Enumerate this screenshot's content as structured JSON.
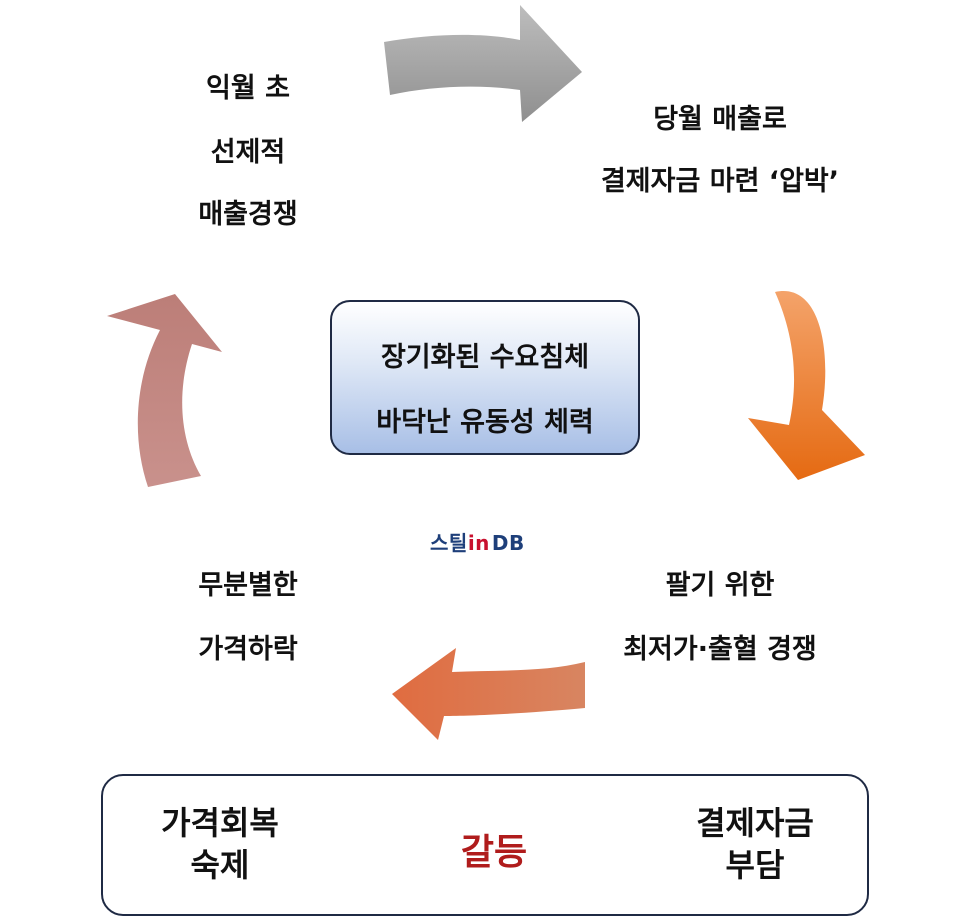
{
  "cycle": {
    "top_left": [
      "익월 초",
      "선제적",
      "매출경쟁"
    ],
    "top_right": [
      "당월 매출로",
      "결제자금 마련 ‘압박’"
    ],
    "bottom_right": [
      "팔기 위한",
      "최저가·출혈 경쟁"
    ],
    "bottom_left": [
      "무분별한",
      "가격하락"
    ]
  },
  "center": [
    "장기화된 수요침체",
    "바닥난 유동성 체력"
  ],
  "logo": {
    "part1": "스틸",
    "part2": "in",
    "part3": "DB"
  },
  "bottom": {
    "left": [
      "가격회복",
      "숙제"
    ],
    "middle": "갈등",
    "right": [
      "결제자금",
      "부담"
    ]
  },
  "colors": {
    "arrow_top": "#a6a6a6",
    "arrow_right": "#ed7d31",
    "arrow_bottom": "#d6704a",
    "arrow_left": "#b07f7a",
    "block_arrows": "#4a74c2",
    "conflict": "#b01c1c",
    "logo_blue": "#1e3f7a",
    "logo_red": "#c8102e"
  }
}
